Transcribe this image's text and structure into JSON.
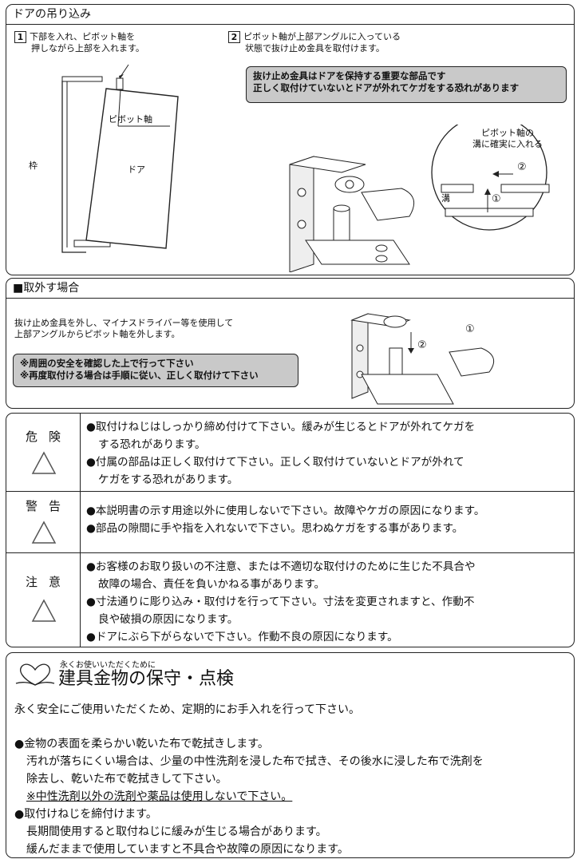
{
  "s1": {
    "title": "ドアの吊り込み",
    "step1": {
      "num": "1",
      "line1": "下部を入れ、ピボット軸を",
      "line2": "押しながら上部を入れます。"
    },
    "step2": {
      "num": "2",
      "line1": "ピボット軸が上部アングルに入っている",
      "line2": "状態で抜け止め金具を取付けます。"
    },
    "warn1": "抜け止め金具はドアを保持する重要な部品です",
    "warn2": "正しく取付けていないとドアが外れてケガをする恐れがあります",
    "lbl_pivot": "ピボット軸",
    "lbl_frame": "枠",
    "lbl_door": "ドア",
    "lbl_circle1": "ピボット軸の",
    "lbl_circle2": "溝に確実に入れる",
    "lbl_groove": "溝",
    "lbl_m1": "①",
    "lbl_m2": "②"
  },
  "s2": {
    "title": "■取外す場合",
    "line1": "抜け止め金具を外し、マイナスドライバー等を使用して",
    "line2": "上部アングルからピボット軸を外します。",
    "warn1": "※周囲の安全を確認した上で行って下さい",
    "warn2": "※再度取付ける場合は手順に従い、正しく取付けて下さい",
    "lbl_m1": "①",
    "lbl_m2": "②"
  },
  "safety": {
    "danger": {
      "label": "危険",
      "lines": [
        "●取付けねじはしっかり締め付けて下さい。緩みが生じるとドアが外れてケガを",
        "する恐れがあります。",
        "●付属の部品は正しく取付けて下さい。正しく取付けていないとドアが外れて",
        "ケガをする恐れがあります。"
      ]
    },
    "warning": {
      "label": "警告",
      "lines": [
        "●本説明書の示す用途以外に使用しないで下さい。故障やケガの原因になります。",
        "●部品の隙間に手や指を入れないで下さい。思わぬケガをする事があります。"
      ]
    },
    "caution": {
      "label": "注意",
      "lines": [
        "●お客様のお取り扱いの不注意、または不適切な取付けのために生じた不具合や",
        "故障の場合、責任を負いかねる事があります。",
        "●寸法通りに彫り込み・取付けを行って下さい。寸法を変更されますと、作動不",
        "良や破損の原因になります。",
        "●ドアにぶら下がらないで下さい。作動不良の原因になります。"
      ]
    }
  },
  "maint": {
    "small": "永くお使いいただくために",
    "title": "建具金物の保守・点検",
    "intro": "永く安全にご使用いただくため、定期的にお手入れを行って下さい。",
    "b1": "●金物の表面を柔らかい乾いた布で乾拭きします。",
    "b1a": "汚れが落ちにくい場合は、少量の中性洗剤を浸した布で拭き、その後水に浸した布で洗剤を",
    "b1b": "除去し、乾いた布で乾拭きして下さい。",
    "b1c": "※中性洗剤以外の洗剤や薬品は使用しないで下さい。",
    "b2": "●取付けねじを締付けます。",
    "b2a": "長期間使用すると取付ねじに緩みが生じる場合があります。",
    "b2b": "緩んだままで使用していますと不具合や故障の原因になります。"
  }
}
